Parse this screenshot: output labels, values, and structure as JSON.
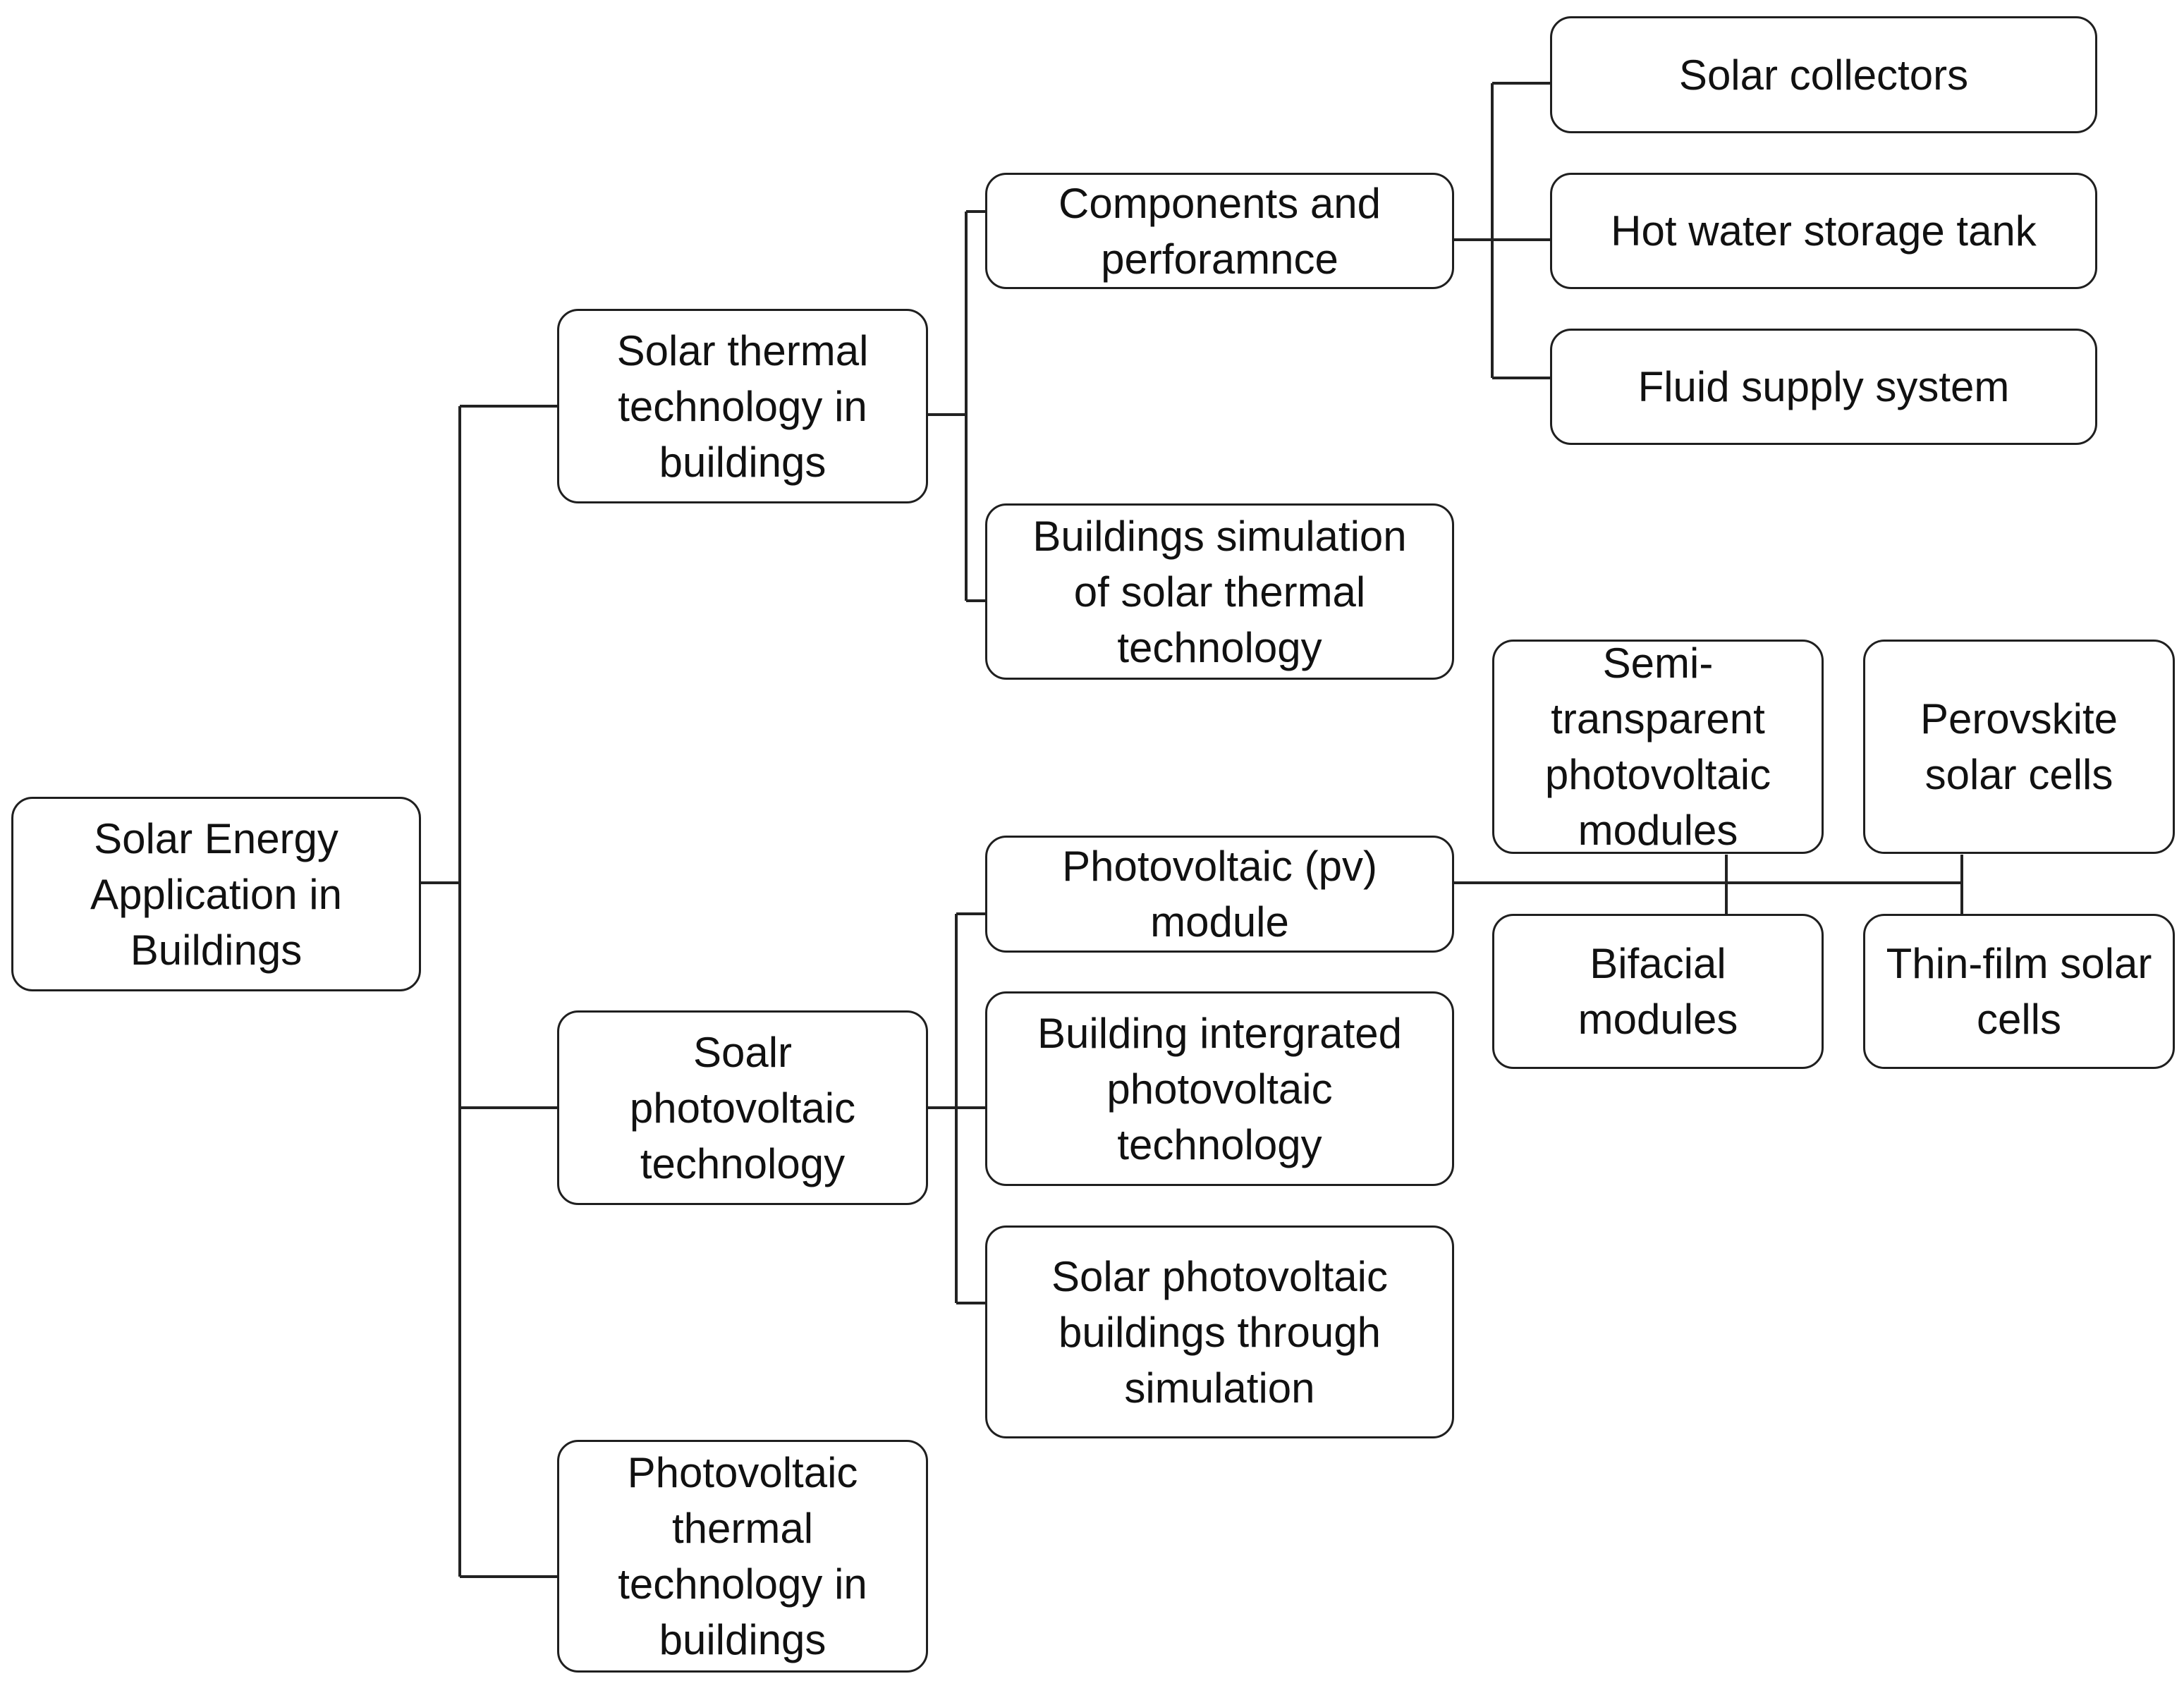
{
  "diagram": {
    "root": "Solar Energy\nApplication in\nBuildings",
    "branch_thermal": "Solar thermal\ntechnology in\nbuildings",
    "branch_pv": "Soalr\nphotovoltaic\ntechnology",
    "branch_pvt": "Photovoltaic\nthermal\ntechnology in\nbuildings",
    "thermal_components": "Components and\nperforamnce",
    "thermal_simulation": "Buildings simulation\nof solar thermal\ntechnology",
    "solar_collectors": "Solar collectors",
    "hot_water_tank": "Hot water storage tank",
    "fluid_supply": "Fluid supply system",
    "pv_module": "Photovoltaic (pv)\nmodule",
    "bipv": "Building intergrated\nphotovoltaic\ntechnology",
    "pv_simulation": "Solar photovoltaic\nbuildings through\nsimulation",
    "semi_transparent": "Semi-\ntransparent\nphotovoltaic\nmodules",
    "perovskite": "Perovskite\nsolar cells",
    "bifacial": "Bifacial\nmodules",
    "thin_film": "Thin-film solar\ncells"
  }
}
